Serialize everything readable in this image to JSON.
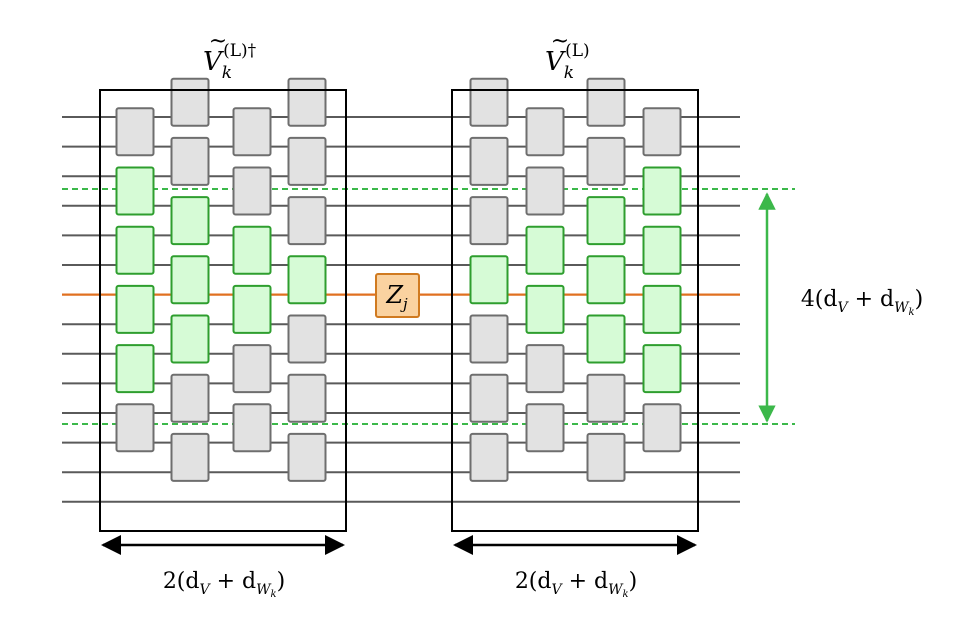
{
  "labels": {
    "left_operator": {
      "base": "V",
      "sub": "k",
      "sup": "(L)†"
    },
    "right_operator": {
      "base": "V",
      "sub": "k",
      "sup": "(L)"
    },
    "center_gate": {
      "base": "Z",
      "sub": "j"
    },
    "left_width": {
      "prefix": "2(d",
      "sub1": "V",
      "mid": " + d",
      "sub2": "W",
      "sub3": "k",
      "suffix": ")"
    },
    "right_width": {
      "prefix": "2(d",
      "sub1": "V",
      "mid": " + d",
      "sub2": "W",
      "sub3": "k",
      "suffix": ")"
    },
    "height_span": {
      "prefix": "4(d",
      "sub1": "V",
      "mid": " + d",
      "sub2": "W",
      "sub3": "k",
      "suffix": ")"
    }
  },
  "colors": {
    "wire": "#5a5a5a",
    "highlight_wire": "#e07020",
    "gray_gate_fill": "#e2e2e2",
    "gray_gate_stroke": "#6e6e6e",
    "green_gate_fill": "#d6fbd6",
    "green_gate_stroke": "#2e9e2e",
    "center_gate_fill": "#fad2a0",
    "center_gate_stroke": "#d07a20",
    "dashed_line": "#3cb84a",
    "green_arrow": "#3cb84a",
    "frame": "#000000"
  },
  "circuit": {
    "num_wires": 14,
    "highlight_wire_index": 6,
    "left_block": {
      "columns": [
        {
          "gates": [
            {
              "w": 0,
              "c": "gray"
            },
            {
              "w": 2,
              "c": "green"
            },
            {
              "w": 4,
              "c": "green"
            },
            {
              "w": 6,
              "c": "green"
            },
            {
              "w": 8,
              "c": "green"
            },
            {
              "w": 10,
              "c": "gray"
            }
          ]
        },
        {
          "gates": [
            {
              "w": -1,
              "c": "gray"
            },
            {
              "w": 1,
              "c": "gray"
            },
            {
              "w": 3,
              "c": "green"
            },
            {
              "w": 5,
              "c": "green"
            },
            {
              "w": 7,
              "c": "green"
            },
            {
              "w": 9,
              "c": "gray"
            },
            {
              "w": 11,
              "c": "gray"
            }
          ]
        },
        {
          "gates": [
            {
              "w": 0,
              "c": "gray"
            },
            {
              "w": 2,
              "c": "gray"
            },
            {
              "w": 4,
              "c": "green"
            },
            {
              "w": 6,
              "c": "green"
            },
            {
              "w": 8,
              "c": "gray"
            },
            {
              "w": 10,
              "c": "gray"
            }
          ]
        },
        {
          "gates": [
            {
              "w": -1,
              "c": "gray"
            },
            {
              "w": 1,
              "c": "gray"
            },
            {
              "w": 3,
              "c": "gray"
            },
            {
              "w": 5,
              "c": "green"
            },
            {
              "w": 7,
              "c": "gray"
            },
            {
              "w": 9,
              "c": "gray"
            },
            {
              "w": 11,
              "c": "gray"
            }
          ]
        }
      ]
    },
    "right_block": {
      "columns": [
        {
          "gates": [
            {
              "w": -1,
              "c": "gray"
            },
            {
              "w": 1,
              "c": "gray"
            },
            {
              "w": 3,
              "c": "gray"
            },
            {
              "w": 5,
              "c": "green"
            },
            {
              "w": 7,
              "c": "gray"
            },
            {
              "w": 9,
              "c": "gray"
            },
            {
              "w": 11,
              "c": "gray"
            }
          ]
        },
        {
          "gates": [
            {
              "w": 0,
              "c": "gray"
            },
            {
              "w": 2,
              "c": "gray"
            },
            {
              "w": 4,
              "c": "green"
            },
            {
              "w": 6,
              "c": "green"
            },
            {
              "w": 8,
              "c": "gray"
            },
            {
              "w": 10,
              "c": "gray"
            }
          ]
        },
        {
          "gates": [
            {
              "w": -1,
              "c": "gray"
            },
            {
              "w": 1,
              "c": "gray"
            },
            {
              "w": 3,
              "c": "green"
            },
            {
              "w": 5,
              "c": "green"
            },
            {
              "w": 7,
              "c": "green"
            },
            {
              "w": 9,
              "c": "gray"
            },
            {
              "w": 11,
              "c": "gray"
            }
          ]
        },
        {
          "gates": [
            {
              "w": 0,
              "c": "gray"
            },
            {
              "w": 2,
              "c": "green"
            },
            {
              "w": 4,
              "c": "green"
            },
            {
              "w": 6,
              "c": "green"
            },
            {
              "w": 8,
              "c": "green"
            },
            {
              "w": 10,
              "c": "gray"
            }
          ]
        }
      ]
    }
  }
}
